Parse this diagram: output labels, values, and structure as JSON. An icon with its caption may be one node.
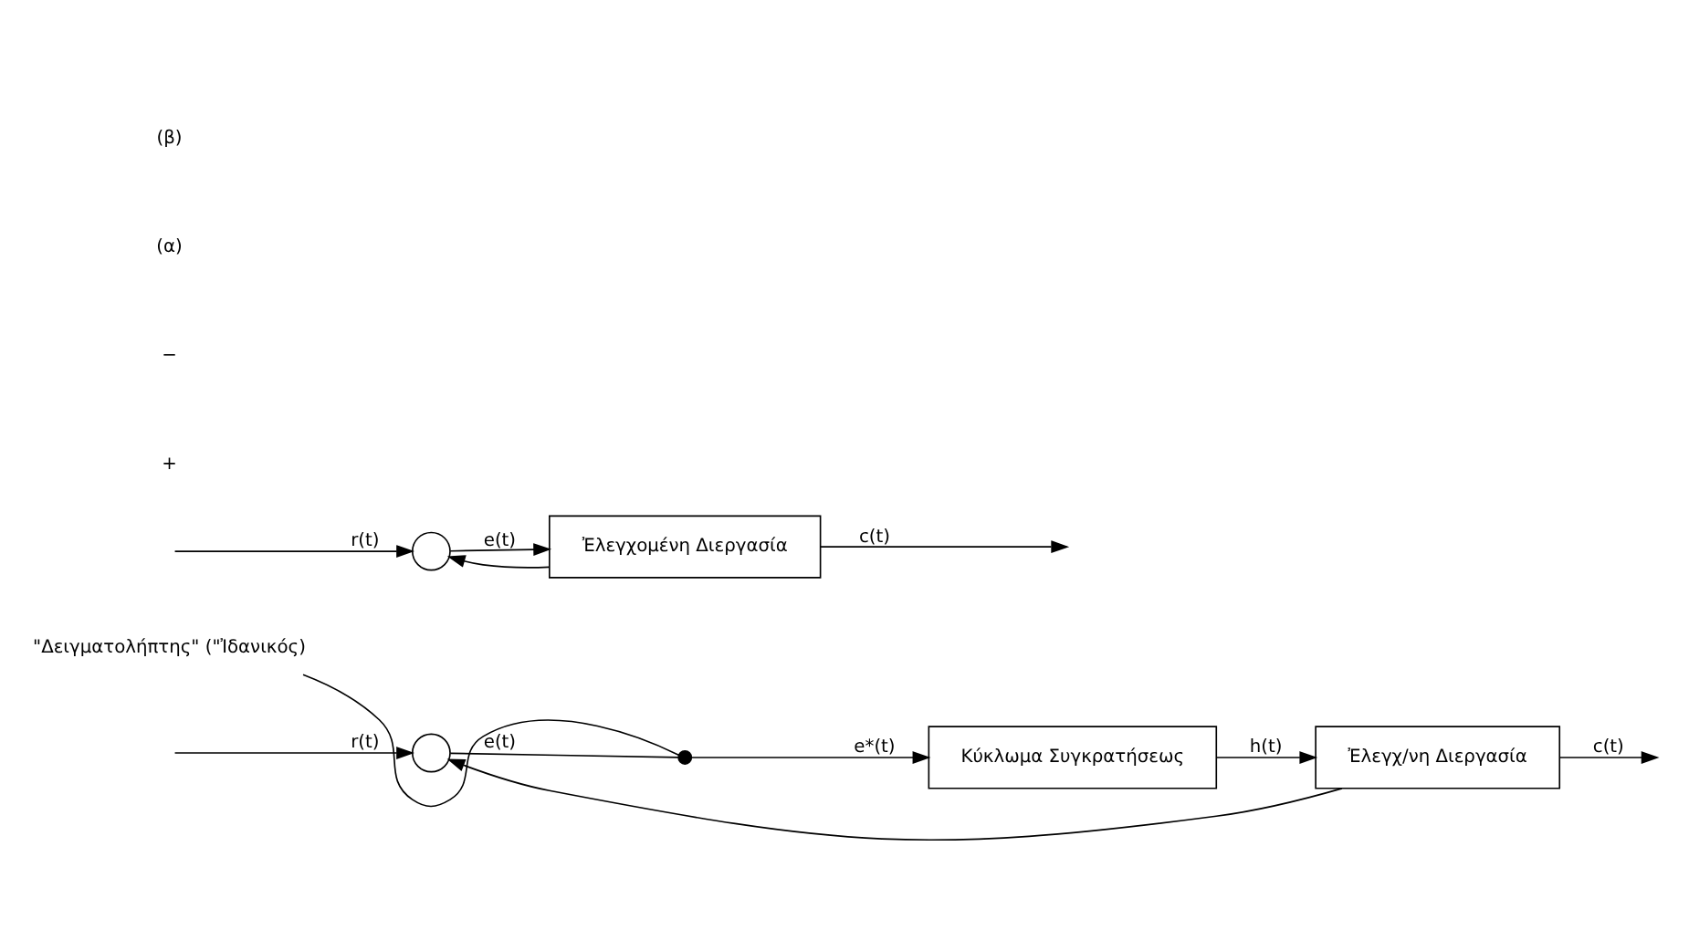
{
  "diagram": {
    "nodes": [
      {
        "text": [],
        "shape": "circle"
      },
      {
        "text": [
          "Ἐλεγχομένη Διεργασία"
        ]
      },
      {
        "text": [],
        "shape": "circle"
      },
      {
        "text": [],
        "shape": "switch"
      },
      {
        "text": [
          "\"Δειγματολήπτης\" (\"Ἰδανικός)"
        ]
      },
      {
        "text": [
          "Κύκλωμα Συγκρατήσεως"
        ]
      },
      {
        "text": [
          "Ἐλεγχ/νη Διεργασία"
        ]
      }
    ],
    "edges": [
      {
        "from": null,
        "to": 0,
        "arrow": "to",
        "label": "r(t)"
      },
      {
        "from": 0,
        "to": 1,
        "arrow": "to",
        "label": "e(t)"
      },
      {
        "from": 1,
        "to": null,
        "arrow": "to",
        "label": "c(t)"
      },
      {
        "from": 1,
        "to": 0,
        "arrow": "to"
      },
      {
        "from": null,
        "to": 2,
        "arrow": "to",
        "label": "r(t)"
      },
      {
        "from": 2,
        "to": 3,
        "arrow": "none",
        "label": "e(t)"
      },
      {
        "from": 4,
        "to": 3,
        "arrow": "none"
      },
      {
        "from": 3,
        "to": 5,
        "arrow": "to",
        "label": "e*(t)"
      },
      {
        "from": 5,
        "to": 6,
        "arrow": "to",
        "label": "h(t)"
      },
      {
        "from": 6,
        "to": null,
        "arrow": "to",
        "label": "c(t)"
      },
      {
        "from": 6,
        "to": 2,
        "arrow": "to"
      }
    ],
    "labels": [
      "+",
      "−",
      "(α)",
      "(β)"
    ]
  }
}
